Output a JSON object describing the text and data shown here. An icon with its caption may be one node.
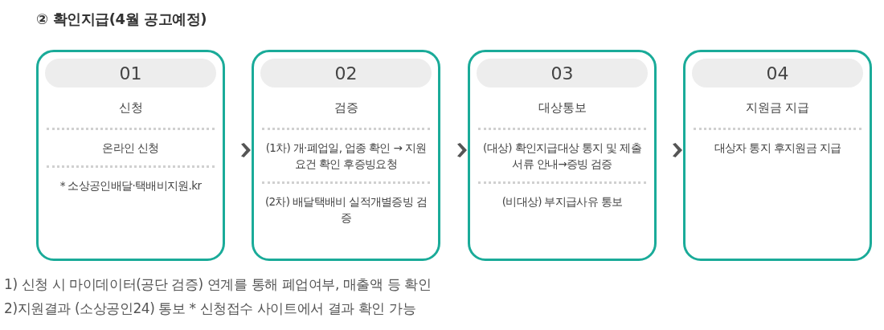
{
  "diagram": {
    "title": "② 확인지급(4월 공고예정)",
    "nodes": [
      {
        "text": [
          "01",
          "신청",
          "온라인 신청",
          "* 소상공인배달·택배비지원.kr"
        ]
      },
      {
        "text": [
          "02",
          "검증",
          "(1차) 개·폐업일, 업종 확인 → 지원요건 확인 후증빙요청",
          "(2차) 배달택배비 실적개별증빙 검증"
        ]
      },
      {
        "text": [
          "03",
          "대상통보",
          "(대상) 확인지급대상 통지 및 제출서류 안내→증빙 검증",
          "(비대상) 부지급사유 통보"
        ]
      },
      {
        "text": [
          "04",
          "지원금 지급",
          "대상자 통지 후지원금 지급"
        ]
      }
    ],
    "edges": [
      {
        "from": 0,
        "to": 1,
        "arrow": "to"
      },
      {
        "from": 1,
        "to": 2,
        "arrow": "to"
      },
      {
        "from": 2,
        "to": 3,
        "arrow": "to"
      }
    ],
    "labels": [
      "1) 신청 시 마이데이터(공단 검증) 연계를 통해 폐업여부, 매출액 등 확인",
      "2)지원결과 (소상공인24) 통보 * 신청접수 사이트에서 결과 확인 가능"
    ]
  }
}
